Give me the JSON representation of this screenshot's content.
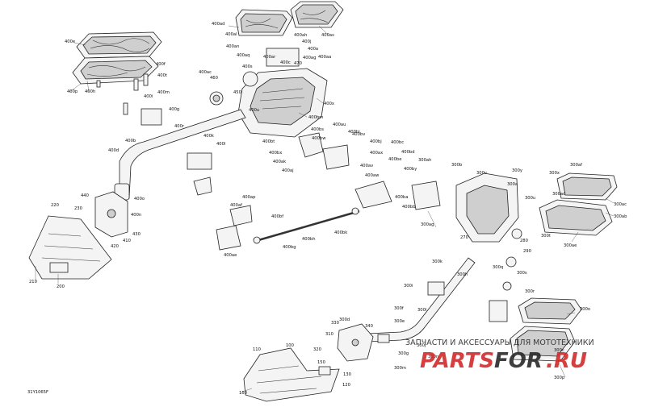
{
  "diagram": {
    "figure_code": "31Y1065F",
    "callouts": [
      {
        "text": "400ad"
      },
      {
        "text": "400al"
      },
      {
        "text": "400an"
      },
      {
        "text": "400ah"
      },
      {
        "text": "400as"
      },
      {
        "text": "400aq"
      },
      {
        "text": "400j"
      },
      {
        "text": "400a"
      },
      {
        "text": "400ag"
      },
      {
        "text": "400ar"
      },
      {
        "text": "400s"
      },
      {
        "text": "400c"
      },
      {
        "text": "470"
      },
      {
        "text": "400aa"
      },
      {
        "text": "400ac"
      },
      {
        "text": "460"
      },
      {
        "text": "400x"
      },
      {
        "text": "450"
      },
      {
        "text": "400bm"
      },
      {
        "text": "400u"
      },
      {
        "text": "400e"
      },
      {
        "text": "400f"
      },
      {
        "text": "400t"
      },
      {
        "text": "400i"
      },
      {
        "text": "400g"
      },
      {
        "text": "400m"
      },
      {
        "text": "400p"
      },
      {
        "text": "400h"
      },
      {
        "text": "400r"
      },
      {
        "text": "400bt"
      },
      {
        "text": "400bx"
      },
      {
        "text": "400ak"
      },
      {
        "text": "400aj"
      },
      {
        "text": "400bs"
      },
      {
        "text": "400bw"
      },
      {
        "text": "400au"
      },
      {
        "text": "400b"
      },
      {
        "text": "400k"
      },
      {
        "text": "400l"
      },
      {
        "text": "400d"
      },
      {
        "text": "400bc"
      },
      {
        "text": "400bd"
      },
      {
        "text": "400be"
      },
      {
        "text": "400bj"
      },
      {
        "text": "400bv"
      },
      {
        "text": "400bi"
      },
      {
        "text": "300ah"
      },
      {
        "text": "400by"
      },
      {
        "text": "400ax"
      },
      {
        "text": "400av"
      },
      {
        "text": "400aw"
      },
      {
        "text": "400ba"
      },
      {
        "text": "400bb"
      },
      {
        "text": "400ap"
      },
      {
        "text": "400af"
      },
      {
        "text": "400ae"
      },
      {
        "text": "400bf"
      },
      {
        "text": "400bg"
      },
      {
        "text": "400bh"
      },
      {
        "text": "400bk"
      },
      {
        "text": "300ag"
      },
      {
        "text": "400o"
      },
      {
        "text": "400n"
      },
      {
        "text": "440"
      },
      {
        "text": "230"
      },
      {
        "text": "220"
      },
      {
        "text": "410"
      },
      {
        "text": "420"
      },
      {
        "text": "430"
      },
      {
        "text": "210"
      },
      {
        "text": "200"
      },
      {
        "text": "300b"
      },
      {
        "text": "300v"
      },
      {
        "text": "300y"
      },
      {
        "text": "300a"
      },
      {
        "text": "300x"
      },
      {
        "text": "300af"
      },
      {
        "text": "300ad"
      },
      {
        "text": "300ac"
      },
      {
        "text": "300ab"
      },
      {
        "text": "300ae"
      },
      {
        "text": "270"
      },
      {
        "text": "280"
      },
      {
        "text": "290"
      },
      {
        "text": "300u"
      },
      {
        "text": "300t"
      },
      {
        "text": "300s"
      },
      {
        "text": "300i"
      },
      {
        "text": "300k"
      },
      {
        "text": "300r"
      },
      {
        "text": "300q"
      },
      {
        "text": "300h"
      },
      {
        "text": "300f"
      },
      {
        "text": "300l"
      },
      {
        "text": "300e"
      },
      {
        "text": "300d"
      },
      {
        "text": "300g"
      },
      {
        "text": "300j"
      },
      {
        "text": "300n"
      },
      {
        "text": "300m"
      },
      {
        "text": "300o"
      },
      {
        "text": "300p"
      },
      {
        "text": "300c"
      },
      {
        "text": "340"
      },
      {
        "text": "330"
      },
      {
        "text": "310"
      },
      {
        "text": "320"
      },
      {
        "text": "100"
      },
      {
        "text": "110"
      },
      {
        "text": "120"
      },
      {
        "text": "130"
      },
      {
        "text": "150"
      },
      {
        "text": "160"
      }
    ]
  },
  "watermark": {
    "tagline": "ЗАПЧАСТИ И АКСЕССУАРЫ ДЛЯ МОТОТЕХНИКИ",
    "brand_part1": "PARTS",
    "brand_part2": "FOR",
    "brand_part3": ".RU",
    "colors": {
      "red": "#d22b2b",
      "dark": "#2a2a2a"
    }
  }
}
